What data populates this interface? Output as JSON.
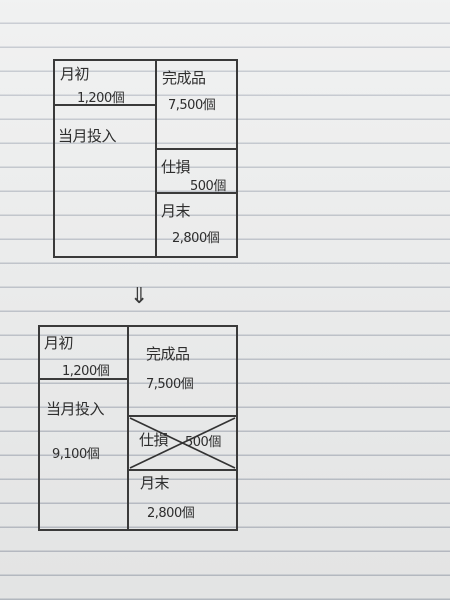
{
  "top_box": {
    "opening": {
      "label": "月初",
      "qty": "1,200個"
    },
    "input": {
      "label": "当月投入"
    },
    "completed": {
      "label": "完成品",
      "qty": "7,500個"
    },
    "spoilage": {
      "label": "仕損",
      "qty": "500個"
    },
    "ending": {
      "label": "月末",
      "qty": "2,800個"
    }
  },
  "arrow": "⇓",
  "bottom_box": {
    "opening": {
      "label": "月初",
      "qty": "1,200個"
    },
    "input": {
      "label": "当月投入",
      "qty": "9,100個"
    },
    "completed": {
      "label": "完成品",
      "qty": "7,500個"
    },
    "spoilage": {
      "label": "仕損",
      "qty": "500個",
      "crossed_out": true
    },
    "ending": {
      "label": "月末",
      "qty": "2,800個"
    }
  }
}
